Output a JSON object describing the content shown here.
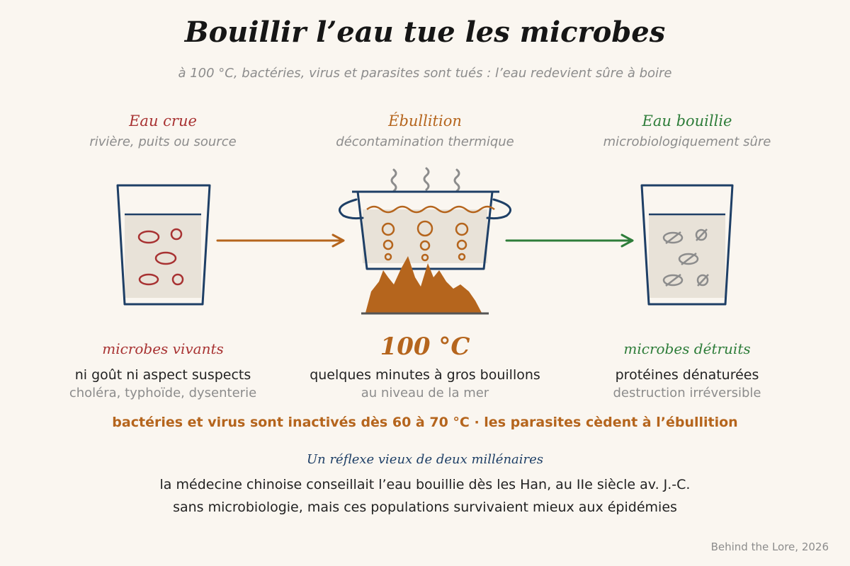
{
  "title": "Bouillir l’eau tue les microbes",
  "subtitle": "à 100 °C, bactéries, virus et parasites sont tués : l’eau redevient sûre à boire",
  "stages": [
    {
      "title": "Eau crue",
      "subtitle": "rivière, puits ou source",
      "status": "microbes vivants",
      "line1": "ni goût ni aspect suspects",
      "line2": "choléra, typhoïde, dysenterie",
      "color": "#a83232"
    },
    {
      "title": "Ébullition",
      "subtitle": "décontamination thermique",
      "temperature": "100 °C",
      "line1": "quelques minutes à gros bouillons",
      "line2": "au niveau de la mer",
      "color": "#b5651d"
    },
    {
      "title": "Eau bouillie",
      "subtitle": "microbiologiquement sûre",
      "status": "microbes détruits",
      "line1": "protéines dénaturées",
      "line2": "destruction irréversible",
      "color": "#2e7d3a"
    }
  ],
  "footnote": "bactéries et virus sont inactivés dès 60 à 70 °C · les parasites cèdent à l’ébullition",
  "history": {
    "title": "Un réflexe vieux de deux millénaires",
    "lines": [
      "la médecine chinoise conseillait l’eau bouillie dès les Han, au IIe siècle av. J.-C.",
      "sans microbiologie, mais ces populations survivaient mieux aux épidémies"
    ]
  },
  "credit": "Behind the Lore, 2026",
  "colors": {
    "navy": "#1e3f66",
    "red": "#a83232",
    "orange": "#b5651d",
    "green": "#2e7d3a",
    "gray": "#8c8c8c",
    "water": "#e8e2d8",
    "background": "#faf6f0"
  },
  "icons": [
    "raw-water-glass-icon",
    "boiling-pot-icon",
    "flame-icon",
    "steam-icon",
    "boiled-water-glass-icon",
    "arrow-right-icon",
    "dead-microbe-icon"
  ]
}
